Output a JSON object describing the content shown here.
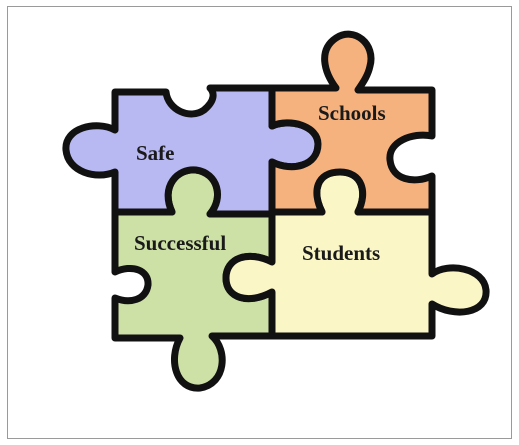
{
  "pieces": [
    {
      "key": "safe",
      "label": "Safe",
      "fill": "#b8b8f2"
    },
    {
      "key": "schools",
      "label": "Schools",
      "fill": "#f5b27f"
    },
    {
      "key": "successful",
      "label": "Successful",
      "fill": "#cde0a6"
    },
    {
      "key": "students",
      "label": "Students",
      "fill": "#fbf6c6"
    }
  ]
}
